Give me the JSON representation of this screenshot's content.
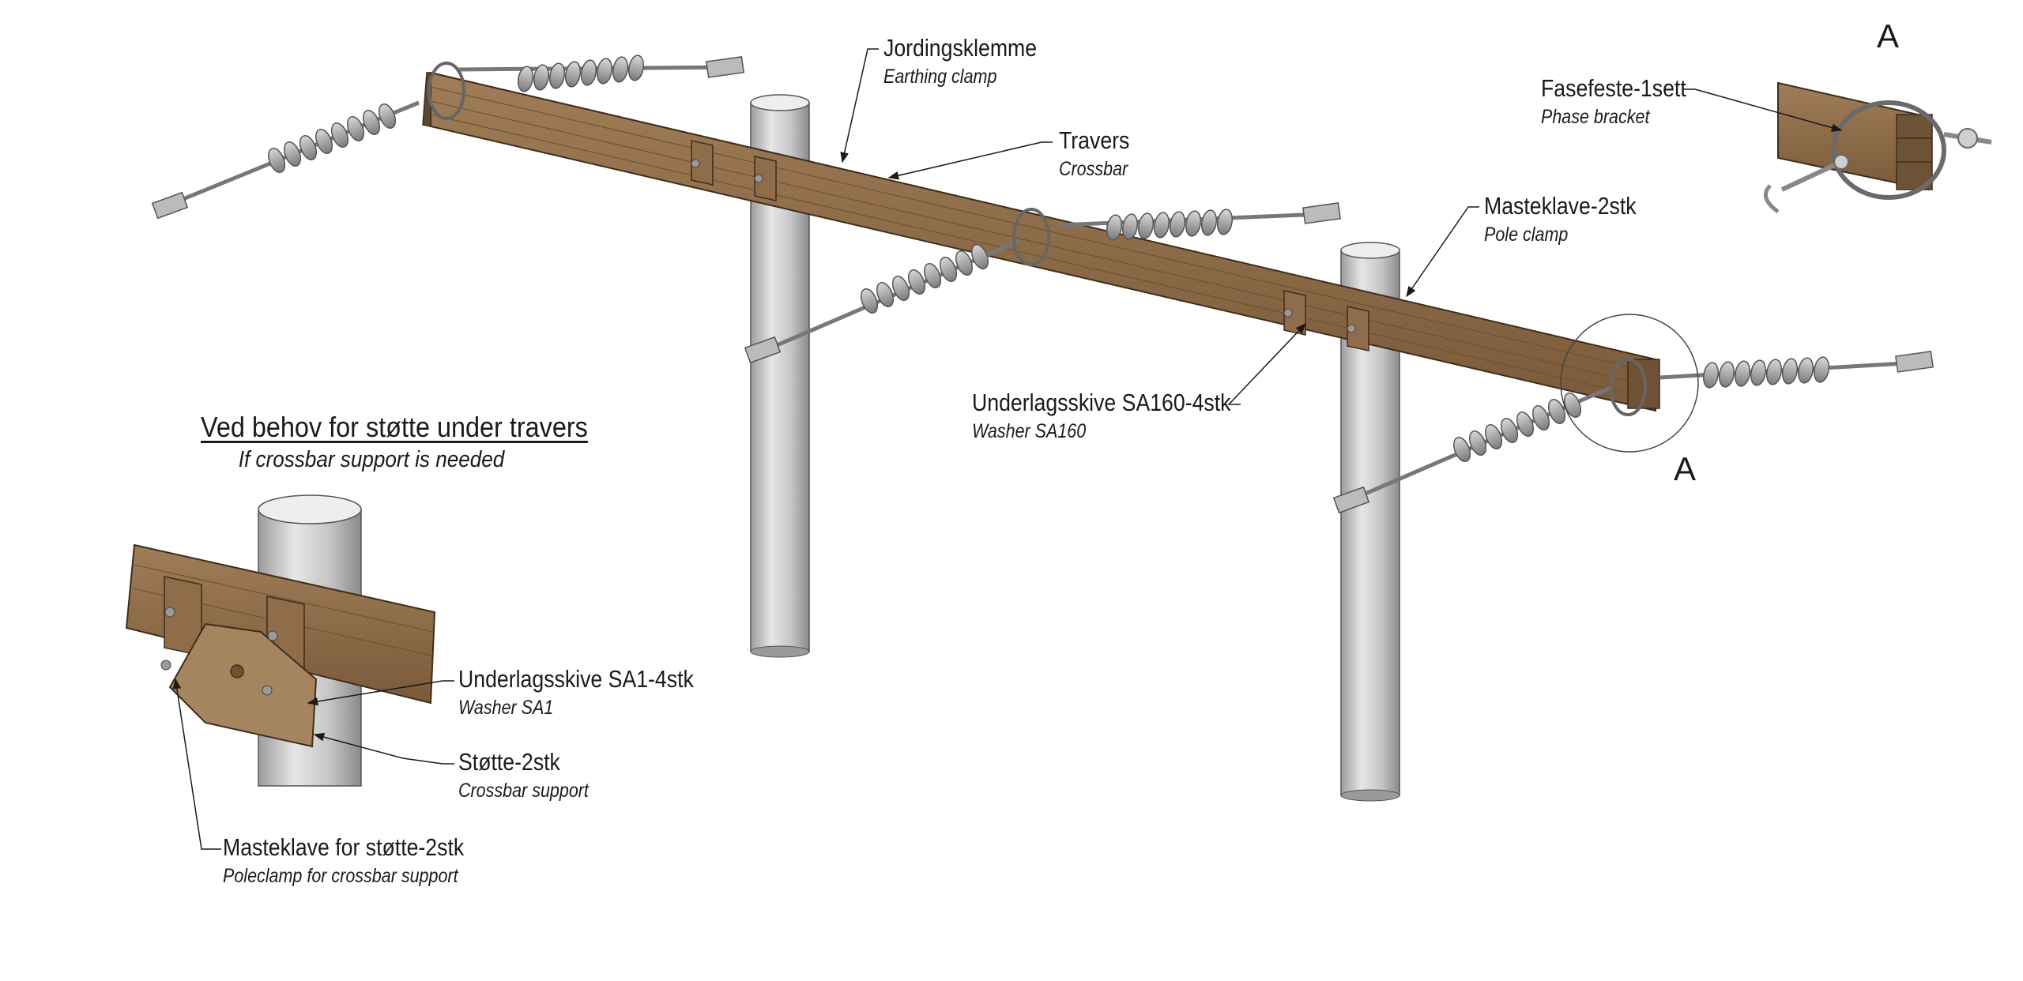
{
  "labels": {
    "earthing_clamp": {
      "no": "Jordingsklemme",
      "en": "Earthing clamp"
    },
    "crossbar": {
      "no": "Travers",
      "en": "Crossbar"
    },
    "pole_clamp": {
      "no": "Masteklave-2stk",
      "en": "Pole clamp"
    },
    "washer_sa160": {
      "no": "Underlagsskive SA160-4stk",
      "en": "Washer SA160"
    },
    "phase_bracket": {
      "no": "Fasefeste-1sett",
      "en": "Phase bracket"
    },
    "washer_sa1": {
      "no": "Underlagsskive SA1-4stk",
      "en": "Washer SA1"
    },
    "crossbar_support": {
      "no": "Støtte-2stk",
      "en": "Crossbar support"
    },
    "pole_clamp_support": {
      "no": "Masteklave for støtte-2stk",
      "en": "Poleclamp for crossbar support"
    }
  },
  "support_note": {
    "no": "Ved behov for støtte under travers",
    "en": "If crossbar support is needed"
  },
  "detail_marker": "A",
  "colors": {
    "wood": "#8a6a48",
    "wood_dark": "#6e5235",
    "pole": "#c9c9c9",
    "metal": "#9a9a9a",
    "line": "#1a1a1a"
  }
}
